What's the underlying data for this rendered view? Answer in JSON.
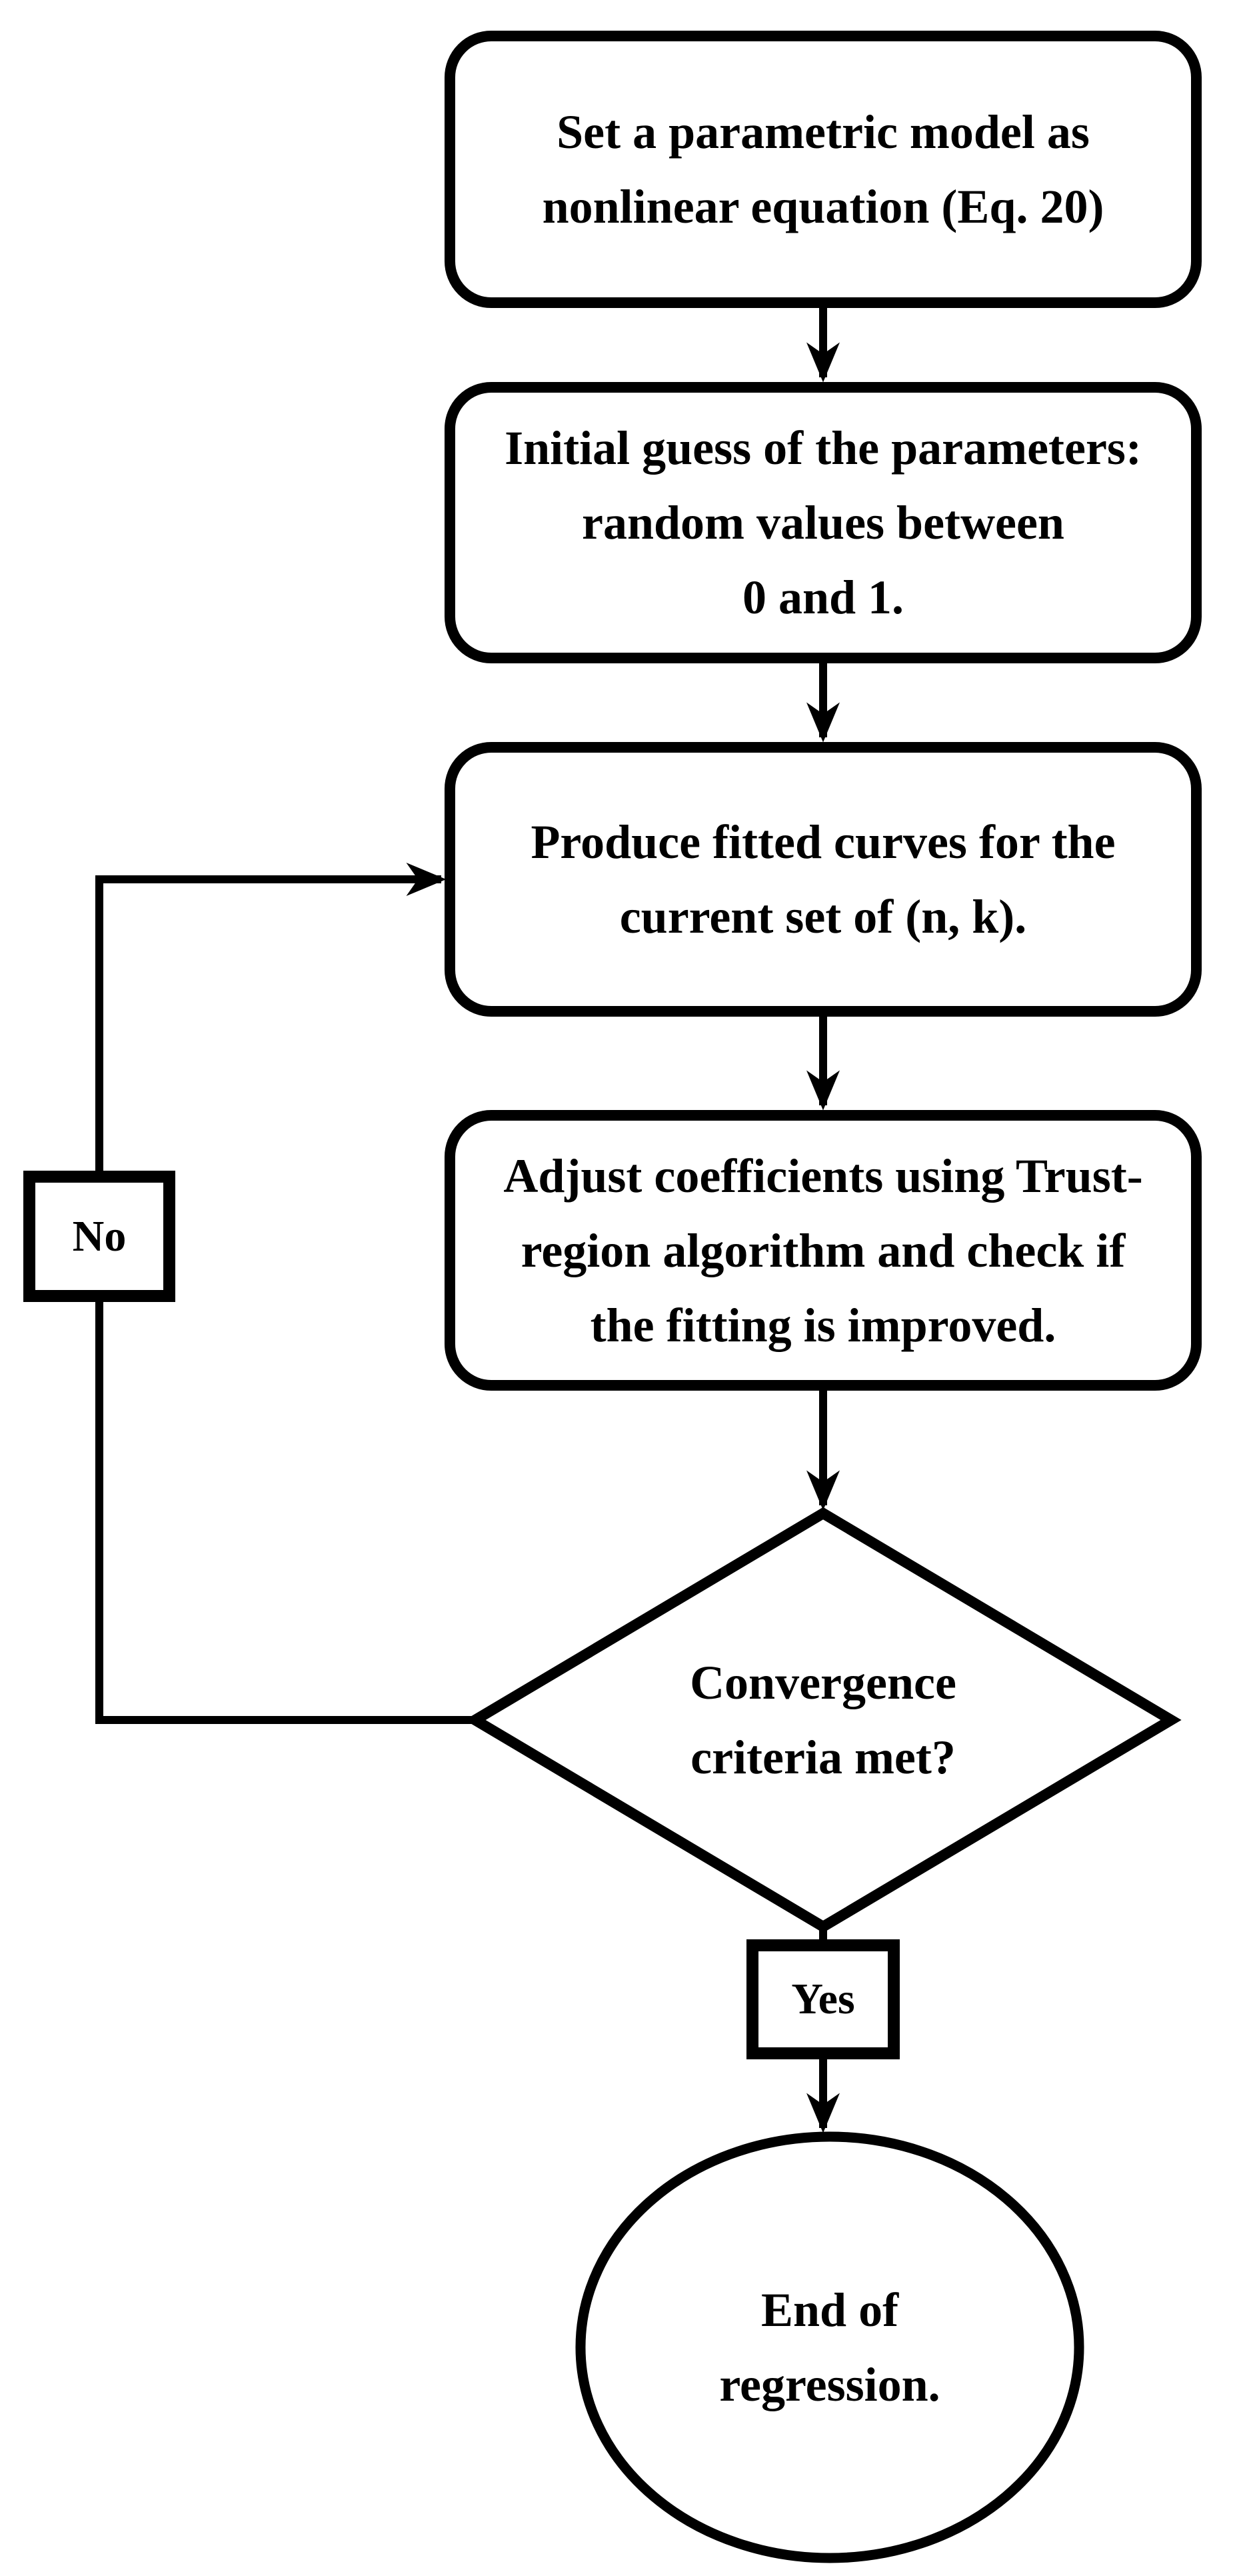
{
  "figure": {
    "kind": "flowchart",
    "background_color": "#ffffff",
    "stroke_color": "#000000"
  },
  "nodes": {
    "set_model": {
      "shape": "rounded-rectangle",
      "lines": [
        "Set a parametric model as",
        "nonlinear equation (Eq. 20)"
      ]
    },
    "initial_guess": {
      "shape": "rounded-rectangle",
      "lines": [
        "Initial guess of the parameters:",
        "random values between",
        "0 and 1."
      ]
    },
    "produce_curves": {
      "shape": "rounded-rectangle",
      "lines": [
        "Produce fitted curves for the",
        "current set of (n, k)."
      ]
    },
    "adjust_coefficients": {
      "shape": "rounded-rectangle",
      "lines": [
        "Adjust coefficients using Trust-",
        "region algorithm and check if",
        "the fitting is improved."
      ]
    },
    "convergence_decision": {
      "shape": "diamond",
      "lines": [
        "Convergence",
        "criteria met?"
      ]
    },
    "end_regression": {
      "shape": "ellipse",
      "lines": [
        "End of",
        "regression."
      ]
    }
  },
  "edges": {
    "yes_label": "Yes",
    "no_label": "No"
  }
}
